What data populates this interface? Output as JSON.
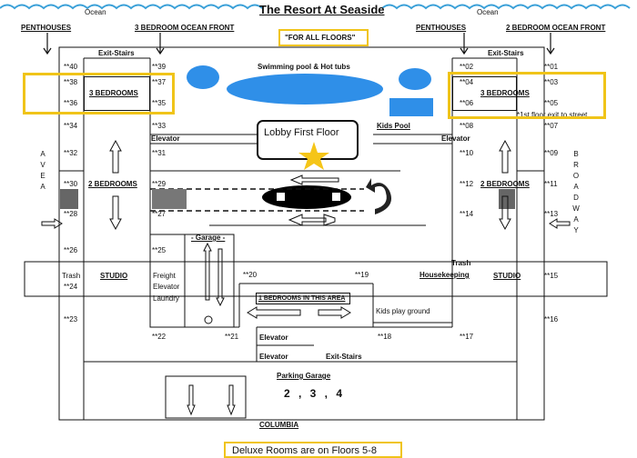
{
  "header": {
    "title": "The Resort At Seaside",
    "ocean_left": "Ocean",
    "ocean_right": "Ocean",
    "for_all_floors": "\"FOR ALL FLOORS\""
  },
  "top_labels": {
    "penthouses_left": "PENTHOUSES",
    "ocean_front_left": "3 BEDROOM OCEAN FRONT",
    "penthouses_right": "PENTHOUSES",
    "ocean_front_right": "2 BEDROOM OCEAN FRONT"
  },
  "amenities": {
    "pool": "Swimming pool & Hot tubs",
    "kids_pool": "Kids Pool",
    "lobby": "Lobby First Floor",
    "garage": "- Garage -",
    "kids_playground": "Kids play ground",
    "one_bedrooms": "1 BEDROOMS IN THIS AREA",
    "parking_garage": "Parking Garage",
    "parking_floors": "2 , 3 , 4",
    "first_floor_exit": "*1st floor exit to street",
    "bottom_note": "Deluxe Rooms are on Floors 5-8"
  },
  "areas": {
    "three_bedrooms_left": "3 BEDROOMS",
    "three_bedrooms_right": "3 BEDROOMS",
    "two_bedrooms_left": "2 BEDROOMS",
    "two_bedrooms_right": "2 BEDROOMS",
    "studio_left": "STUDIO",
    "studio_right": "STUDIO"
  },
  "labels": {
    "exit_stairs_left": "Exit-Stairs",
    "exit_stairs_right": "Exit-Stairs",
    "exit_stairs_bottom": "Exit-Stairs",
    "elevator_left": "Elevator",
    "elevator_right": "Elevator",
    "elevator_bottom_1": "Elevator",
    "elevator_bottom_2": "Elevator",
    "trash_left": "Trash",
    "trash_right": "Trash",
    "housekeeping": "Housekeeping",
    "freight": "Freight",
    "freight_elevator": "Elevator",
    "laundry": "Laundry",
    "street_bottom": "COLUMBIA",
    "street_left": "AVE A",
    "street_right": "BROADWAY"
  },
  "rooms": {
    "r40": "**40",
    "r39": "**39",
    "r38": "**38",
    "r37": "**37",
    "r36": "**36",
    "r35": "**35",
    "r34": "**34",
    "r33": "**33",
    "r32": "**32",
    "r31": "**31",
    "r30": "**30",
    "r29": "**29",
    "r28": "**28",
    "r27": "**27",
    "r26": "**26",
    "r25": "**25",
    "r24": "**24",
    "r23": "**23",
    "r22": "**22",
    "r21": "**21",
    "r20": "**20",
    "r19": "**19",
    "r18": "**18",
    "r17": "**17",
    "r16": "**16",
    "r15": "**15",
    "r14": "**14",
    "r13": "**13",
    "r12": "**12",
    "r11": "**11",
    "r10": "**10",
    "r09": "**09",
    "r08": "**08",
    "r07": "**07",
    "r06": "**06",
    "r05": "**05",
    "r04": "**04",
    "r03": "**03",
    "r02": "**02",
    "r01": "**01"
  },
  "colors": {
    "highlight": "#f0c419",
    "water": "#2f8fe8",
    "star": "#f5c518",
    "wave": "#3aa0d8"
  }
}
